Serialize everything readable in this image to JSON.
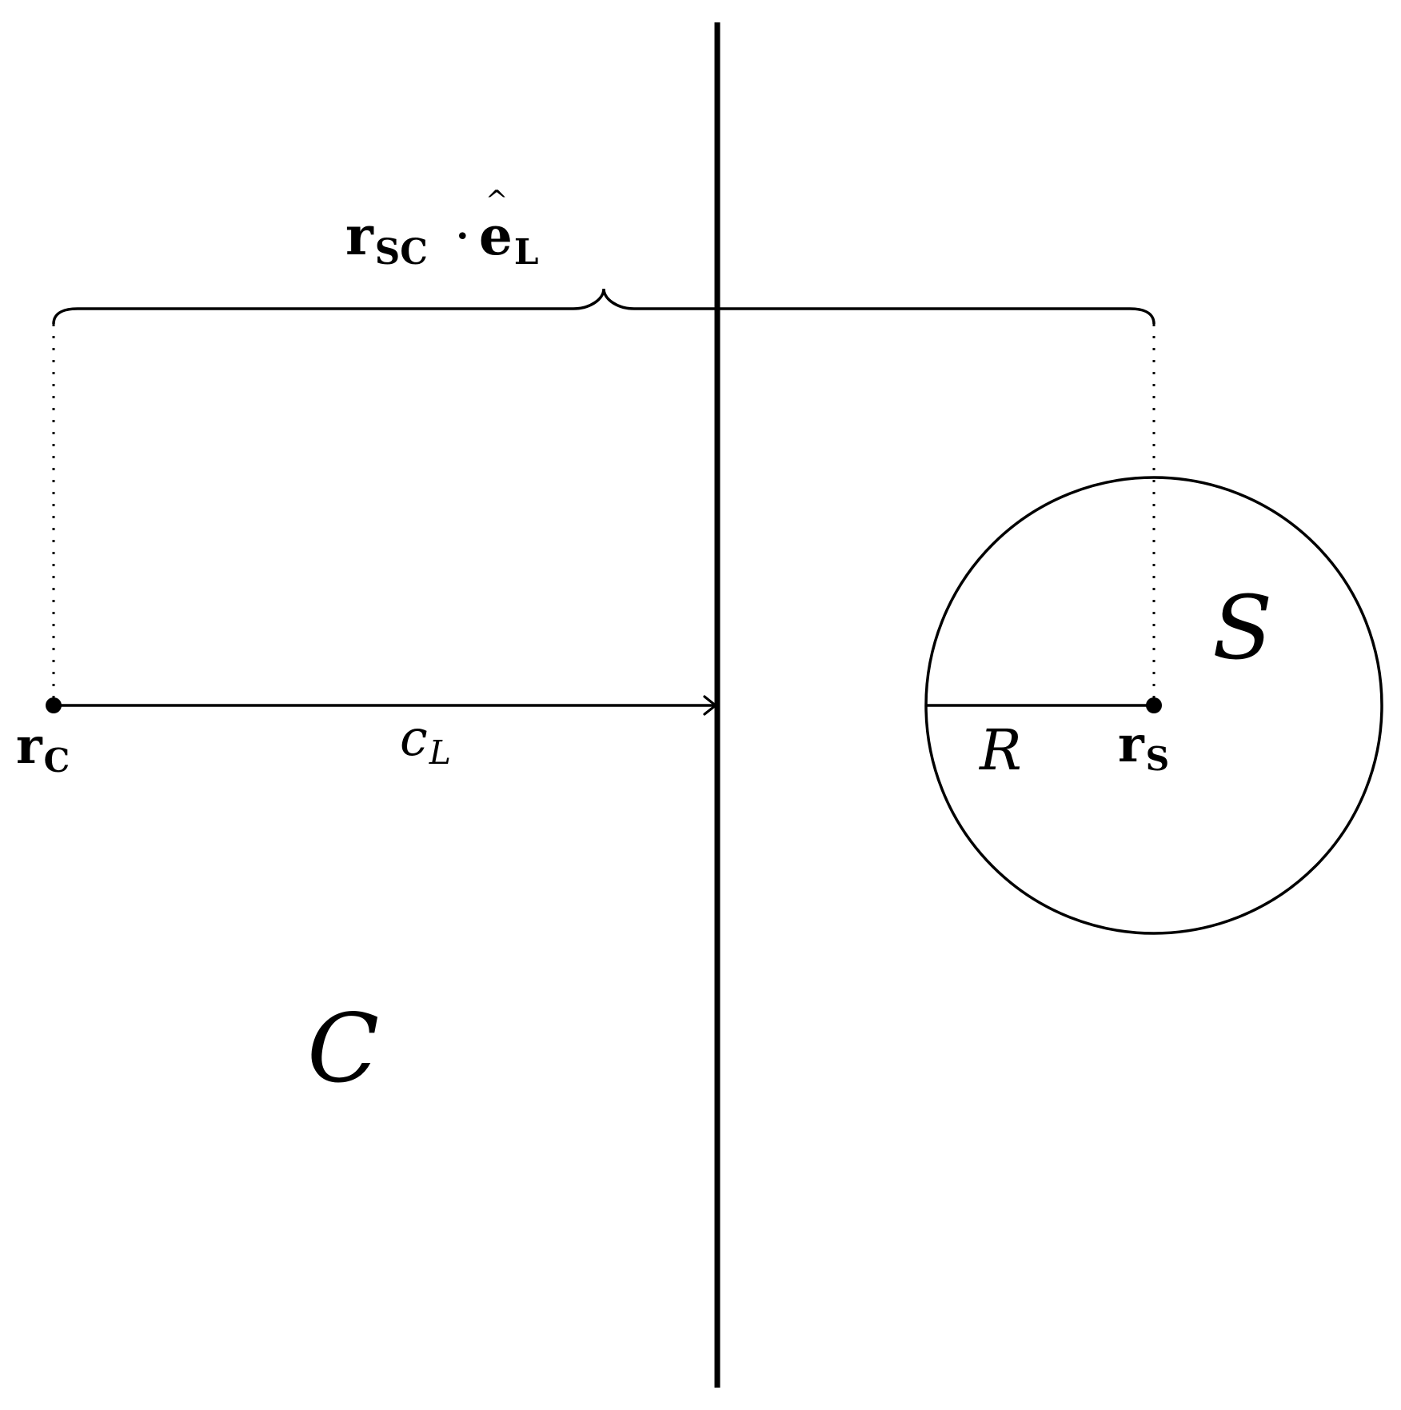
{
  "colors": {
    "stroke": "#000000",
    "background": "#ffffff"
  },
  "labels": {
    "rC": {
      "base": "r",
      "sub": "C"
    },
    "rS": {
      "base": "r",
      "sub": "S"
    },
    "cL": {
      "base": "c",
      "sub": "L"
    },
    "R": "R",
    "region_C": "C",
    "region_S": "S",
    "brace": {
      "base": "r",
      "sub": "SC",
      "dot": "·",
      "unit_base": "e",
      "hat": "^",
      "unit_sub": "L"
    }
  },
  "markers": {
    "rC": "filled-dot",
    "rS": "filled-dot"
  }
}
